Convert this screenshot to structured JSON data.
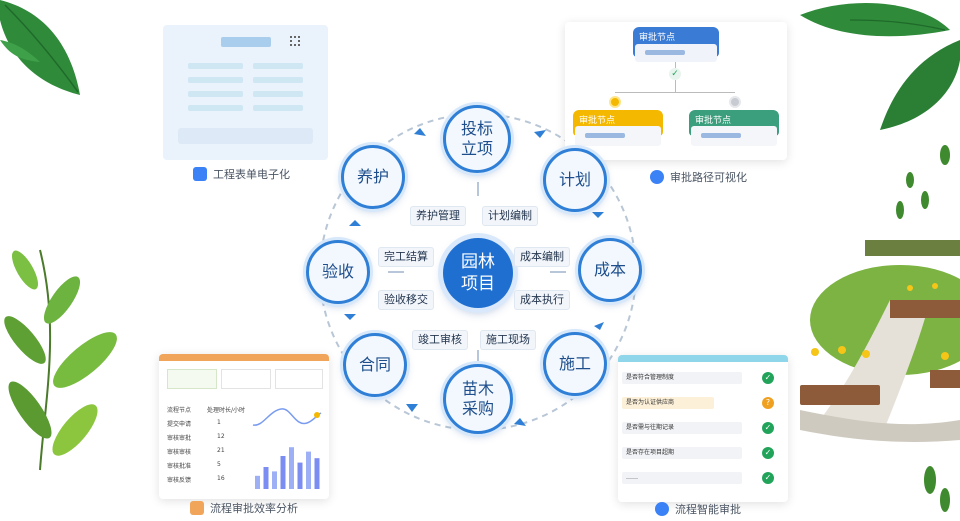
{
  "center": {
    "line1": "园林",
    "line2": "项目"
  },
  "nodes": {
    "bidding": {
      "line1": "投标",
      "line2": "立项"
    },
    "plan": "计划",
    "cost": "成本",
    "construction": "施工",
    "seedling": {
      "line1": "苗木",
      "line2": "采购"
    },
    "contract": "合同",
    "acceptance": "验收",
    "maintenance": "养护"
  },
  "tags": {
    "maintenance_mgmt": "养护管理",
    "plan_compile": "计划编制",
    "cost_compile": "成本编制",
    "cost_execute": "成本执行",
    "site": "施工现场",
    "completion_audit": "竣工审核",
    "acceptance_transfer": "验收移交",
    "completion_settle": "完工结算"
  },
  "captions": {
    "forms": "工程表单电子化",
    "path": "审批路径可视化",
    "efficiency": "流程审批效率分析",
    "smart": "流程智能审批"
  },
  "approval_card": {
    "node_label": "审批节点"
  },
  "efficiency_card": {
    "headers": [
      "流程节点",
      "处理时长/小时"
    ],
    "rows": [
      [
        "提交申请",
        "1"
      ],
      [
        "审核审批",
        "12"
      ],
      [
        "审核审核",
        "21"
      ],
      [
        "审核批准",
        "5"
      ],
      [
        "审核反馈",
        "16"
      ]
    ],
    "bars": [
      0.3,
      0.5,
      0.4,
      0.75,
      0.95,
      0.6,
      0.85,
      0.7
    ]
  },
  "smart_card": {
    "items": [
      {
        "text": "是否符合管理制度",
        "status": "ok"
      },
      {
        "text": "是否为认证供应商",
        "status": "warn"
      },
      {
        "text": "是否需与往期记录",
        "status": "ok"
      },
      {
        "text": "是否存在项目超期",
        "status": "ok"
      },
      {
        "text": "……",
        "status": "ok"
      }
    ]
  },
  "colors": {
    "primary": "#1f6fd0",
    "ring": "#2f7fd6",
    "yellow": "#f5b800",
    "green": "#3b9e7c"
  }
}
